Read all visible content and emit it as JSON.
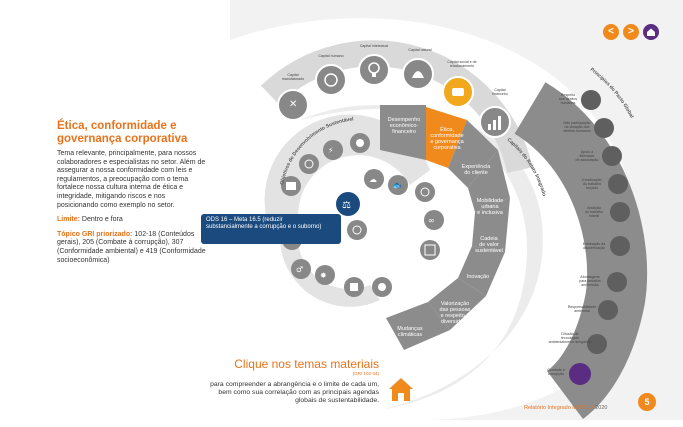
{
  "section": {
    "title_line1": "Ética, conformidade e",
    "title_line2": "governança corporativa",
    "description": "Tema relevante, principalmente, para nossos colaboradores e especialistas no setor. Além de assegurar a nossa conformidade com leis e regulamentos, a preocupação com o tema fortalece nossa cultura interna de ética e integridade, mitigando riscos e nos posicionando como exemplo no setor.",
    "limit_label": "Limite:",
    "limit_value": "Dentro e fora",
    "gri_label": "Tópico GRI priorizado:",
    "gri_value": "102-18 (Conteúdos gerais), 205 (Combate à corrupção), 307 (Conformidade ambiental) e 419 (Conformidade socioeconômica)"
  },
  "tooltip": {
    "line1": "ODS 16 – Meta 16.5 (reduzir",
    "line2": "substancialmente a corrupção e o suborno)"
  },
  "nav": {
    "prev": "<",
    "next": ">"
  },
  "capitals": {
    "title": "Capitais",
    "items": [
      {
        "label_1": "Capital",
        "label_2": "manufaturado"
      },
      {
        "label_1": "Capital humano",
        "label_2": ""
      },
      {
        "label_1": "Capital intelectual",
        "label_2": ""
      },
      {
        "label_1": "Capital natural",
        "label_2": ""
      },
      {
        "label_1": "Capital social e de",
        "label_2": "relacionamento"
      },
      {
        "label_1": "Capital",
        "label_2": "financeiro"
      }
    ]
  },
  "arc_labels": {
    "ods": "Objetivos de Desenvolvimento Sustentável",
    "capitais": "Capitais do Relato Integrado",
    "pacto": "Princípios do Pacto Global"
  },
  "themes": [
    {
      "l1": "Desempenho",
      "l2": "econômico-",
      "l3": "financeiro",
      "l4": ""
    },
    {
      "l1": "Ética,",
      "l2": "conformidade",
      "l3": "e governança",
      "l4": "corporativa"
    },
    {
      "l1": "Experiência",
      "l2": "do cliente",
      "l3": "",
      "l4": ""
    },
    {
      "l1": "Mobilidade",
      "l2": "urbana",
      "l3": "e inclusiva",
      "l4": ""
    },
    {
      "l1": "Cadeia",
      "l2": "de valor",
      "l3": "sustentável",
      "l4": ""
    },
    {
      "l1": "Inovação",
      "l2": "",
      "l3": "",
      "l4": ""
    },
    {
      "l1": "Valorização",
      "l2": "das pessoas",
      "l3": "e respeito à",
      "l4": "diversidade"
    },
    {
      "l1": "Mudanças",
      "l2": "climáticas",
      "l3": "",
      "l4": ""
    }
  ],
  "principles": [
    {
      "l1": "Respeito",
      "l2": "aos direitos",
      "l3": "humanos"
    },
    {
      "l1": "Não participação",
      "l2": "na violação dos",
      "l3": "direitos humanos"
    },
    {
      "l1": "Apoio à",
      "l2": "liberdade",
      "l3": "de associação"
    },
    {
      "l1": "Erradicação",
      "l2": "do trabalho",
      "l3": "forçado"
    },
    {
      "l1": "Abolição",
      "l2": "do trabalho",
      "l3": "infantil"
    },
    {
      "l1": "Eliminação da",
      "l2": "discriminação",
      "l3": ""
    },
    {
      "l1": "Abordagens",
      "l2": "para desafios",
      "l3": "ambientais"
    },
    {
      "l1": "Responsabilidade",
      "l2": "ambiental",
      "l3": ""
    },
    {
      "l1": "Difusão de",
      "l2": "tecnologias",
      "l3": "ambientalmente amigáveis"
    },
    {
      "l1": "Combate à",
      "l2": "corrupção",
      "l3": ""
    }
  ],
  "cta": {
    "title": "Clique nos temas materiais",
    "sub": "(GRI 102-44)",
    "text": "para compreender a abrangência e o limite de cada um, bem como sua correlação com as principais agendas globais de sustentabilidade."
  },
  "footer": {
    "report": "Relatório Integrado MOVIDA",
    "year": "2020"
  },
  "page_number": "5",
  "colors": {
    "accent": "#e8731c",
    "purple": "#5a2d82",
    "navy": "#1b4a7e",
    "grey_dark": "#7f7f7f"
  }
}
